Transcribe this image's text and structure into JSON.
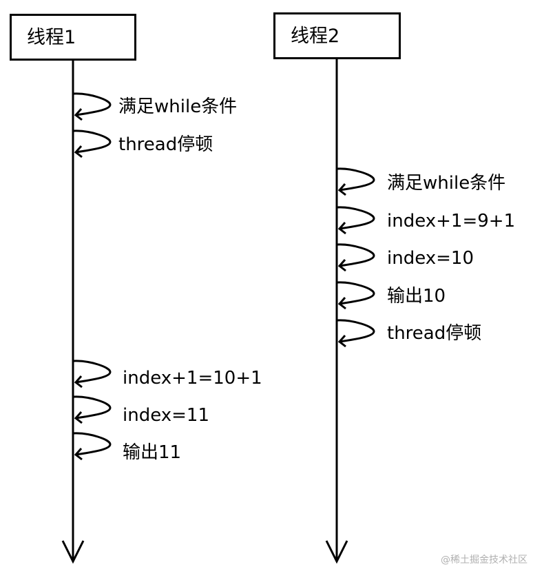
{
  "threads": [
    {
      "title": "线程1",
      "steps": [
        "满足while条件",
        "thread停顿",
        "index+1=10+1",
        "index=11",
        "输出11"
      ]
    },
    {
      "title": "线程2",
      "steps": [
        "满足while条件",
        "index+1=9+1",
        "index=10",
        "输出10",
        "thread停顿"
      ]
    }
  ],
  "watermark": "@稀土掘金技术社区",
  "colors": {
    "line": "#000000",
    "background": "#ffffff",
    "watermark": "#b0b0b0"
  }
}
